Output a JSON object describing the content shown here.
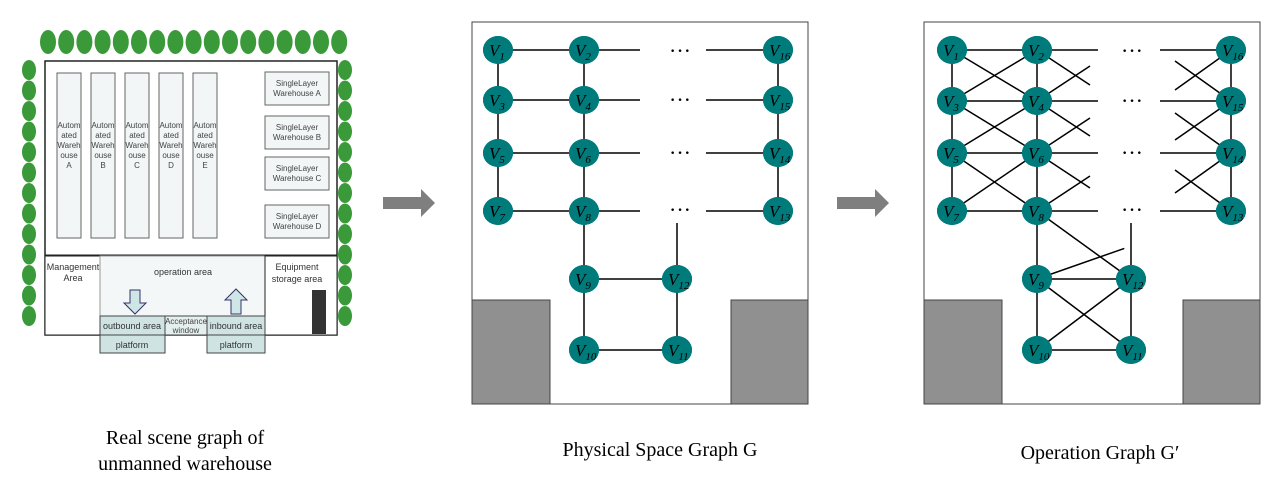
{
  "captions": {
    "left_line1": "Real scene graph of",
    "left_line2": "unmanned warehouse",
    "middle": "Physical Space Graph G",
    "right": "Operation Graph G′"
  },
  "warehouse": {
    "automated": [
      {
        "lines": [
          "Autom",
          "ated",
          "Wareh",
          "ouse",
          "A"
        ]
      },
      {
        "lines": [
          "Autom",
          "ated",
          "Wareh",
          "ouse",
          "B"
        ]
      },
      {
        "lines": [
          "Autom",
          "ated",
          "Wareh",
          "ouse",
          "C"
        ]
      },
      {
        "lines": [
          "Autom",
          "ated",
          "Wareh",
          "ouse",
          "D"
        ]
      },
      {
        "lines": [
          "Autom",
          "ated",
          "Wareh",
          "ouse",
          "E"
        ]
      }
    ],
    "single_layer": [
      {
        "lines": [
          "SingleLayer",
          "Warehouse A"
        ]
      },
      {
        "lines": [
          "SingleLayer",
          "Warehouse B"
        ]
      },
      {
        "lines": [
          "SingleLayer",
          "Warehouse C"
        ]
      },
      {
        "lines": [
          "SingleLayer",
          "Warehouse D"
        ]
      }
    ],
    "management": [
      "Management",
      "Area"
    ],
    "operation": "operation area",
    "equipment": [
      "Equipment",
      "storage area"
    ],
    "outbound": "outbound area",
    "acceptance": [
      "Acceptance",
      "window"
    ],
    "inbound": "inbound area",
    "platform_left": "platform",
    "platform_right": "platform"
  },
  "graph": {
    "node_color": "#007b7b",
    "obstacle_color": "#909090",
    "dots": "···",
    "nodes": [
      "1",
      "2",
      "16",
      "3",
      "4",
      "15",
      "5",
      "6",
      "14",
      "7",
      "8",
      "13",
      "9",
      "12",
      "10",
      "11"
    ]
  }
}
